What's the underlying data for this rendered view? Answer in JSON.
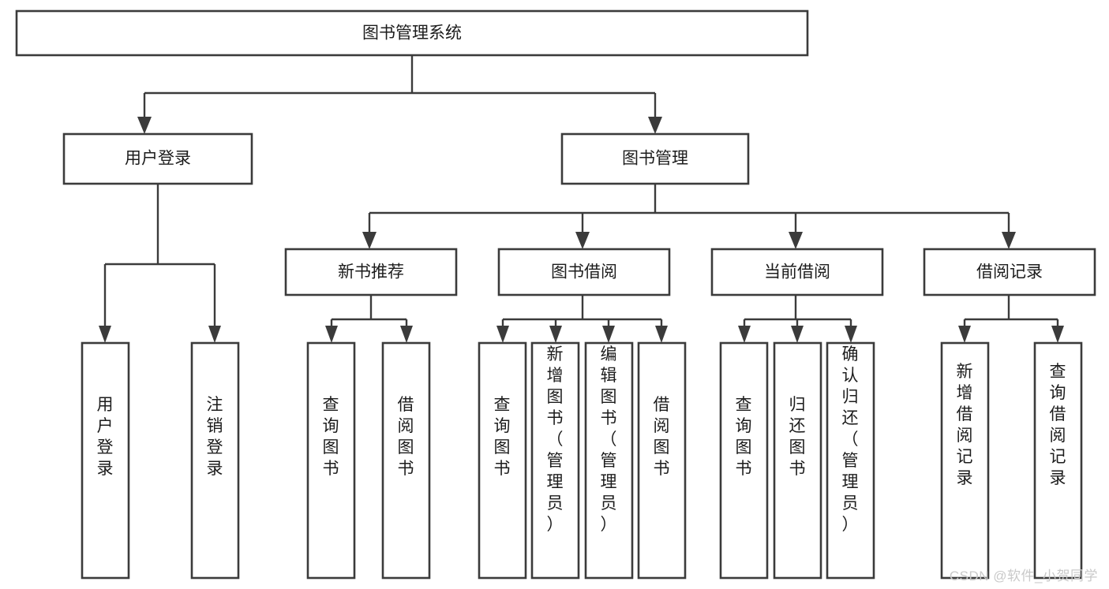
{
  "diagram": {
    "type": "tree",
    "orientation": "top-down",
    "title": "图书管理系统",
    "watermark": "CSDN @软件_小贺同学",
    "levels": [
      {
        "level": 0,
        "nodes": [
          {
            "id": "root",
            "label": "图书管理系统",
            "orientation": "horizontal"
          }
        ]
      },
      {
        "level": 1,
        "nodes": [
          {
            "id": "user-login",
            "label": "用户登录",
            "orientation": "horizontal",
            "parent": "root"
          },
          {
            "id": "book-manage",
            "label": "图书管理",
            "orientation": "horizontal",
            "parent": "root"
          }
        ]
      },
      {
        "level": 2,
        "nodes": [
          {
            "id": "new-book-recommend",
            "label": "新书推荐",
            "orientation": "horizontal",
            "parent": "book-manage"
          },
          {
            "id": "book-borrow",
            "label": "图书借阅",
            "orientation": "horizontal",
            "parent": "book-manage"
          },
          {
            "id": "current-borrow",
            "label": "当前借阅",
            "orientation": "horizontal",
            "parent": "book-manage"
          },
          {
            "id": "borrow-record",
            "label": "借阅记录",
            "orientation": "horizontal",
            "parent": "book-manage"
          }
        ]
      },
      {
        "level": 3,
        "nodes": [
          {
            "id": "leaf-user-login",
            "label": "用户登录",
            "orientation": "vertical",
            "parent": "user-login"
          },
          {
            "id": "leaf-logout-login",
            "label": "注销登录",
            "orientation": "vertical",
            "parent": "user-login"
          },
          {
            "id": "leaf-query-book-1",
            "label": "查询图书",
            "orientation": "vertical",
            "parent": "new-book-recommend"
          },
          {
            "id": "leaf-borrow-book-1",
            "label": "借阅图书",
            "orientation": "vertical",
            "parent": "new-book-recommend"
          },
          {
            "id": "leaf-query-book-2",
            "label": "查询图书",
            "orientation": "vertical",
            "parent": "book-borrow"
          },
          {
            "id": "leaf-add-book",
            "label": "新增图书（管理员）",
            "orientation": "vertical",
            "parent": "book-borrow"
          },
          {
            "id": "leaf-edit-book",
            "label": "编辑图书（管理员）",
            "orientation": "vertical",
            "parent": "book-borrow"
          },
          {
            "id": "leaf-borrow-book-2",
            "label": "借阅图书",
            "orientation": "vertical",
            "parent": "book-borrow"
          },
          {
            "id": "leaf-query-book-3",
            "label": "查询图书",
            "orientation": "vertical",
            "parent": "current-borrow"
          },
          {
            "id": "leaf-return-book",
            "label": "归还图书",
            "orientation": "vertical",
            "parent": "current-borrow"
          },
          {
            "id": "leaf-confirm-return",
            "label": "确认归还（管理员）",
            "orientation": "vertical",
            "parent": "current-borrow"
          },
          {
            "id": "leaf-add-record",
            "label": "新增借阅记录",
            "orientation": "vertical",
            "parent": "borrow-record"
          },
          {
            "id": "leaf-query-record",
            "label": "查询借阅记录",
            "orientation": "vertical",
            "parent": "borrow-record"
          }
        ]
      }
    ],
    "colors": {
      "box_fill": "#ffffff",
      "box_stroke": "#3b3b3b",
      "connector": "#3b3b3b",
      "text": "#1c1c1c",
      "watermark": "#c9c9c9",
      "background": "#ffffff"
    }
  }
}
